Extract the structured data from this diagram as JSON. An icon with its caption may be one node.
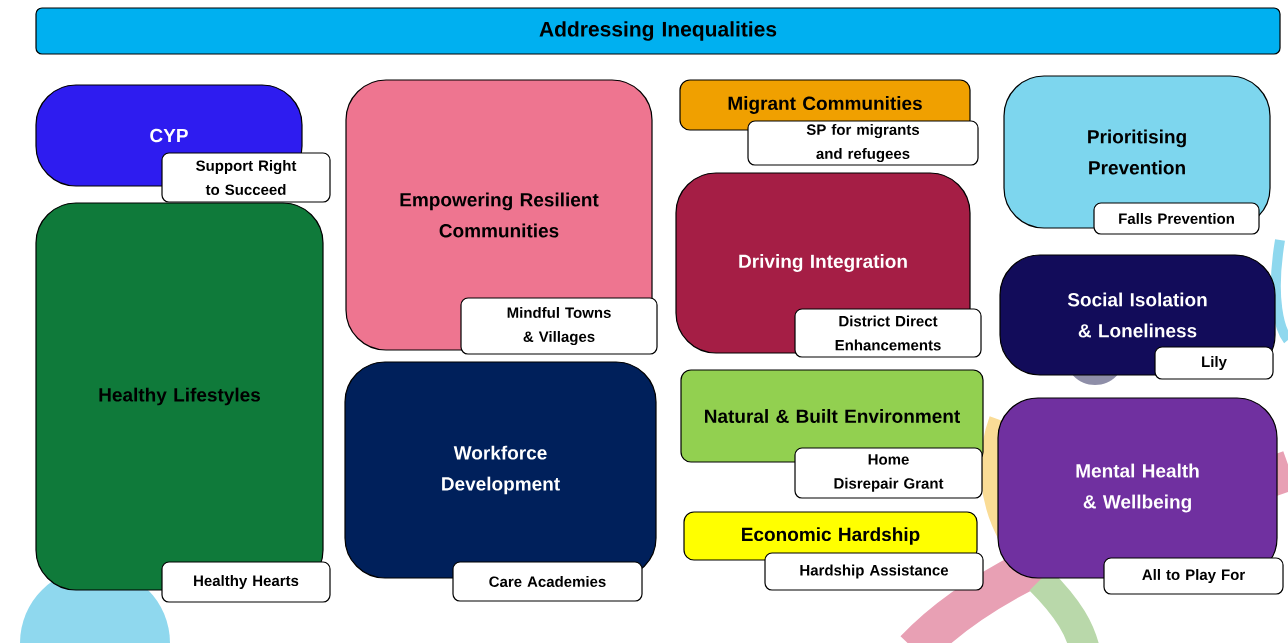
{
  "diagram": {
    "nodes": [
      {
        "text": [
          "Addressing Inequalities"
        ]
      },
      {
        "text": [
          "CYP"
        ]
      },
      {
        "text": [
          "Support Right to Succeed"
        ]
      },
      {
        "text": [
          "Empowering Resilient Communities"
        ]
      },
      {
        "text": [
          "Mindful Towns & Villages"
        ]
      },
      {
        "text": [
          "Migrant Communities"
        ]
      },
      {
        "text": [
          "SP for migrants and refugees"
        ]
      },
      {
        "text": [
          "Prioritising Prevention"
        ]
      },
      {
        "text": [
          "Falls Prevention"
        ]
      },
      {
        "text": [
          "Healthy Lifestyles"
        ]
      },
      {
        "text": [
          "Healthy Hearts"
        ]
      },
      {
        "text": [
          "Driving Integration"
        ]
      },
      {
        "text": [
          "District Direct Enhancements"
        ]
      },
      {
        "text": [
          "Social Isolation & Loneliness"
        ]
      },
      {
        "text": [
          "Lily"
        ]
      },
      {
        "text": [
          "Workforce Development"
        ]
      },
      {
        "text": [
          "Care Academies"
        ]
      },
      {
        "text": [
          "Natural & Built Environment"
        ]
      },
      {
        "text": [
          "Home Disrepair Grant"
        ]
      },
      {
        "text": [
          "Mental Health & Wellbeing"
        ]
      },
      {
        "text": [
          "All to Play For"
        ]
      },
      {
        "text": [
          "Economic Hardship"
        ]
      },
      {
        "text": [
          "Hardship Assistance"
        ]
      }
    ]
  }
}
